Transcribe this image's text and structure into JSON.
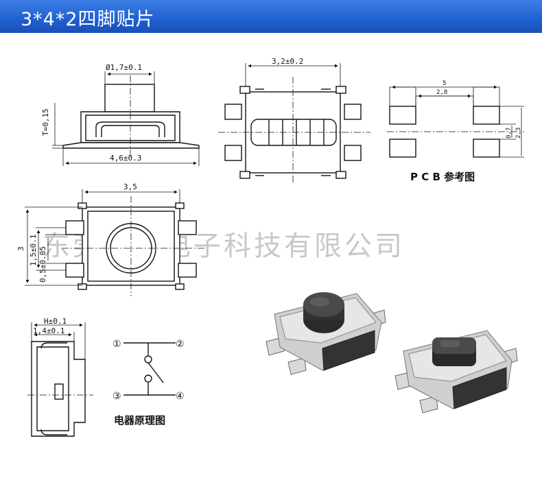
{
  "header": {
    "title": "3*4*2四脚贴片",
    "bg_color": "#2563d6"
  },
  "watermark": "东莞伊安电子科技有限公司",
  "side_view": {
    "top_dim": "Ø1,7±0.1",
    "left_dim": "T=0,15",
    "bottom_dim": "4,6±0.3"
  },
  "top_view": {
    "top_dim": "3,2±0.2"
  },
  "pcb": {
    "dim_5": "5",
    "dim_2_8": "2,8",
    "dim_0_7": "0,7",
    "dim_2_3": "2,3",
    "caption": "P C B 参考图"
  },
  "plan_view": {
    "top_dim": "3,5",
    "left_dim_3": "3",
    "left_dim_1_5": "1,5±0.1",
    "left_dim_0_5": "0,5±0.05"
  },
  "end_view": {
    "dim_h": "H±0.1",
    "dim_1_4": "1,4±0.1"
  },
  "schematic": {
    "pin1": "①",
    "pin2": "②",
    "pin3": "③",
    "pin4": "④",
    "caption": "电器原理图"
  }
}
